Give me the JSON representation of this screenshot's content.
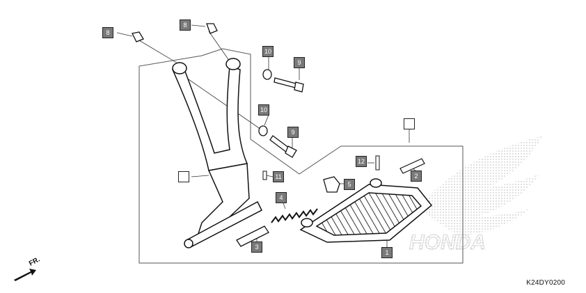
{
  "diagram": {
    "code": "K24DY0200",
    "direction_label": "FR.",
    "watermark_brand": "HONDA",
    "callouts": [
      {
        "id": "c8a",
        "label": "8"
      },
      {
        "id": "c8b",
        "label": "8"
      },
      {
        "id": "c10a",
        "label": "10"
      },
      {
        "id": "c9a",
        "label": "9"
      },
      {
        "id": "c10b",
        "label": "10"
      },
      {
        "id": "c9b",
        "label": "9"
      },
      {
        "id": "c11",
        "label": "11"
      },
      {
        "id": "c12",
        "label": "12"
      },
      {
        "id": "c2",
        "label": "2"
      },
      {
        "id": "c5",
        "label": "5"
      },
      {
        "id": "c4",
        "label": "4"
      },
      {
        "id": "c3",
        "label": "3"
      },
      {
        "id": "c1",
        "label": "1"
      }
    ]
  }
}
